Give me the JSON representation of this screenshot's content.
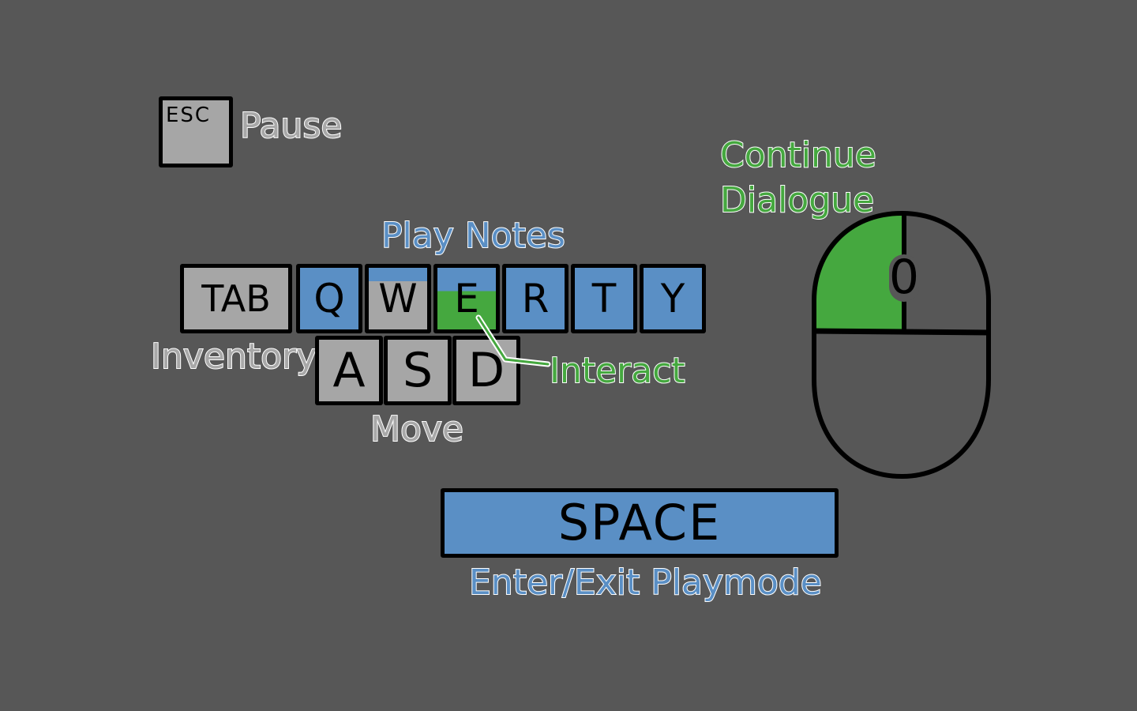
{
  "keys": {
    "esc": "ESC",
    "tab": "TAB",
    "q": "Q",
    "w": "W",
    "e": "E",
    "r": "R",
    "t": "T",
    "y": "Y",
    "a": "A",
    "s": "S",
    "d": "D",
    "space": "SPACE",
    "mouse_wheel": "0"
  },
  "labels": {
    "pause": "Pause",
    "play_notes": "Play Notes",
    "inventory": "Inventory",
    "interact": "Interact",
    "move": "Move",
    "continue_dialogue_line1": "Continue",
    "continue_dialogue_line2": "Dialogue",
    "enter_exit_playmode": "Enter/Exit Playmode"
  },
  "colors": {
    "background": "#575757",
    "key_grey": "#a6a6a6",
    "key_blue": "#5a8fc5",
    "key_green": "#45a83f",
    "outline": "#000000",
    "label_grey": "#a8a8a8"
  }
}
